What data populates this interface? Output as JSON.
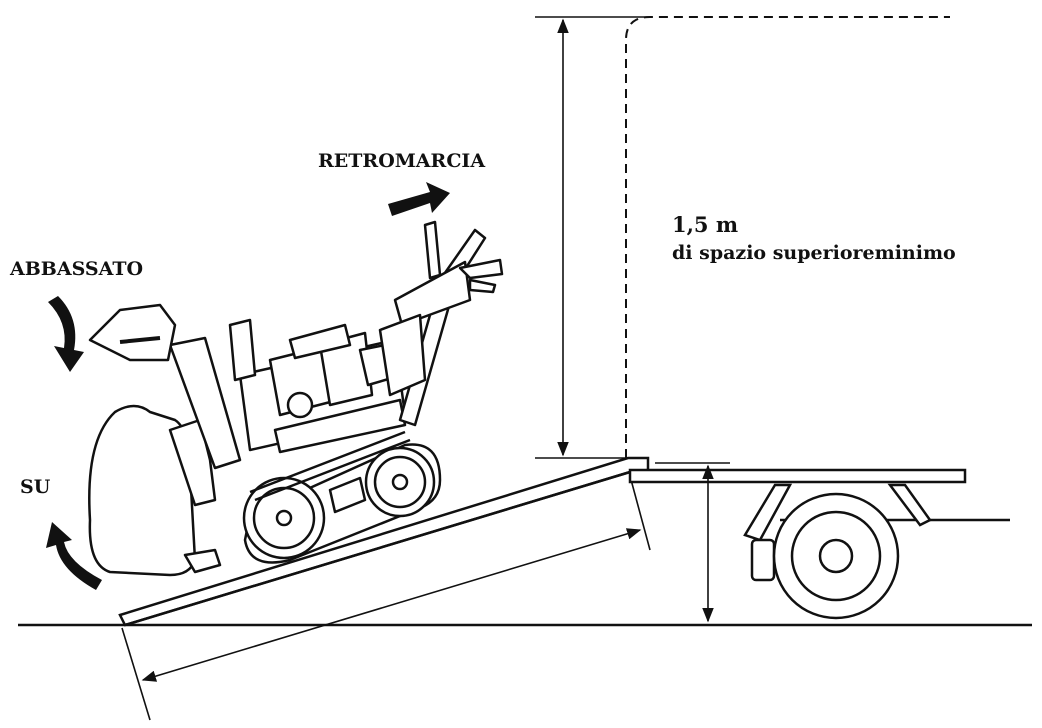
{
  "labels": {
    "reverse": "RETROMARCIA",
    "lowered": "ABBASSATO",
    "up": "SU",
    "clearance_value": "1,5 m",
    "clearance_text": "di spazio superioreminimo"
  },
  "colors": {
    "ink": "#111111",
    "background": "#ffffff"
  }
}
